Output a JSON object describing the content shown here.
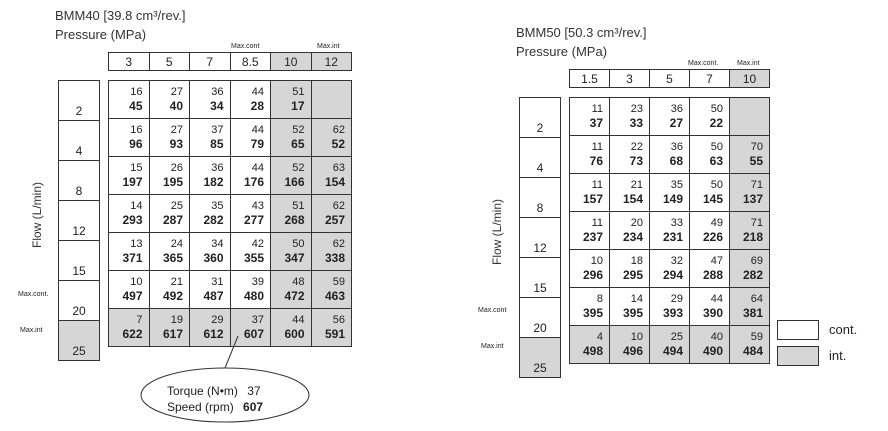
{
  "left": {
    "title": "BMM40 [39.8 cm³/rev.]",
    "pressure_label": "Pressure    (MPa)",
    "flow_label": "Flow    (L/min)",
    "max_cont_top": "Max.cont",
    "max_int_top": "Max.int",
    "max_cont_side": "Max.cont.",
    "max_int_side": "Max.int",
    "pressures": [
      "3",
      "5",
      "7",
      "8.5",
      "10",
      "12"
    ],
    "flows": [
      "2",
      "4",
      "8",
      "12",
      "15",
      "20",
      "25"
    ],
    "torque": [
      [
        "16",
        "27",
        "36",
        "44",
        "51",
        ""
      ],
      [
        "16",
        "27",
        "37",
        "44",
        "52",
        "62"
      ],
      [
        "15",
        "26",
        "36",
        "44",
        "52",
        "63"
      ],
      [
        "14",
        "25",
        "35",
        "43",
        "51",
        "62"
      ],
      [
        "13",
        "24",
        "34",
        "42",
        "50",
        "62"
      ],
      [
        "10",
        "21",
        "31",
        "39",
        "48",
        "59"
      ],
      [
        "7",
        "19",
        "29",
        "37",
        "44",
        "56"
      ]
    ],
    "speed": [
      [
        "45",
        "40",
        "34",
        "28",
        "17",
        ""
      ],
      [
        "96",
        "93",
        "85",
        "79",
        "65",
        "52"
      ],
      [
        "197",
        "195",
        "182",
        "176",
        "166",
        "154"
      ],
      [
        "293",
        "287",
        "282",
        "277",
        "268",
        "257"
      ],
      [
        "371",
        "365",
        "360",
        "355",
        "347",
        "338"
      ],
      [
        "497",
        "492",
        "487",
        "480",
        "472",
        "463"
      ],
      [
        "622",
        "617",
        "612",
        "607",
        "600",
        "591"
      ]
    ]
  },
  "right": {
    "title": "BMM50 [50.3 cm³/rev.]",
    "pressure_label": "Pressure    (MPa)",
    "flow_label": "Flow    (L/min)",
    "max_cont_top": "Max.cont.",
    "max_int_top": "Max.int",
    "max_cont_side": "Max.cont",
    "max_int_side": "Max.int",
    "pressures": [
      "1.5",
      "3",
      "5",
      "7",
      "10"
    ],
    "flows": [
      "2",
      "4",
      "8",
      "12",
      "15",
      "20",
      "25"
    ],
    "torque": [
      [
        "11",
        "23",
        "36",
        "50",
        ""
      ],
      [
        "11",
        "22",
        "36",
        "50",
        "70"
      ],
      [
        "11",
        "21",
        "35",
        "50",
        "71"
      ],
      [
        "11",
        "20",
        "33",
        "49",
        "71"
      ],
      [
        "10",
        "18",
        "32",
        "47",
        "69"
      ],
      [
        "8",
        "14",
        "29",
        "44",
        "64"
      ],
      [
        "4",
        "10",
        "25",
        "40",
        "59"
      ]
    ],
    "speed": [
      [
        "37",
        "33",
        "27",
        "22",
        ""
      ],
      [
        "76",
        "73",
        "68",
        "63",
        "55"
      ],
      [
        "157",
        "154",
        "149",
        "145",
        "137"
      ],
      [
        "237",
        "234",
        "231",
        "226",
        "218"
      ],
      [
        "296",
        "295",
        "294",
        "288",
        "282"
      ],
      [
        "395",
        "395",
        "393",
        "390",
        "381"
      ],
      [
        "498",
        "496",
        "494",
        "490",
        "484"
      ]
    ]
  },
  "callout": {
    "torque_label": "Torque    (N•m)",
    "torque_value": "37",
    "speed_label": "Speed    (rpm)",
    "speed_value": "607"
  },
  "legend": {
    "cont": "cont.",
    "int": "int.",
    "cont_color": "#ffffff",
    "int_color": "#d6d6d6"
  }
}
